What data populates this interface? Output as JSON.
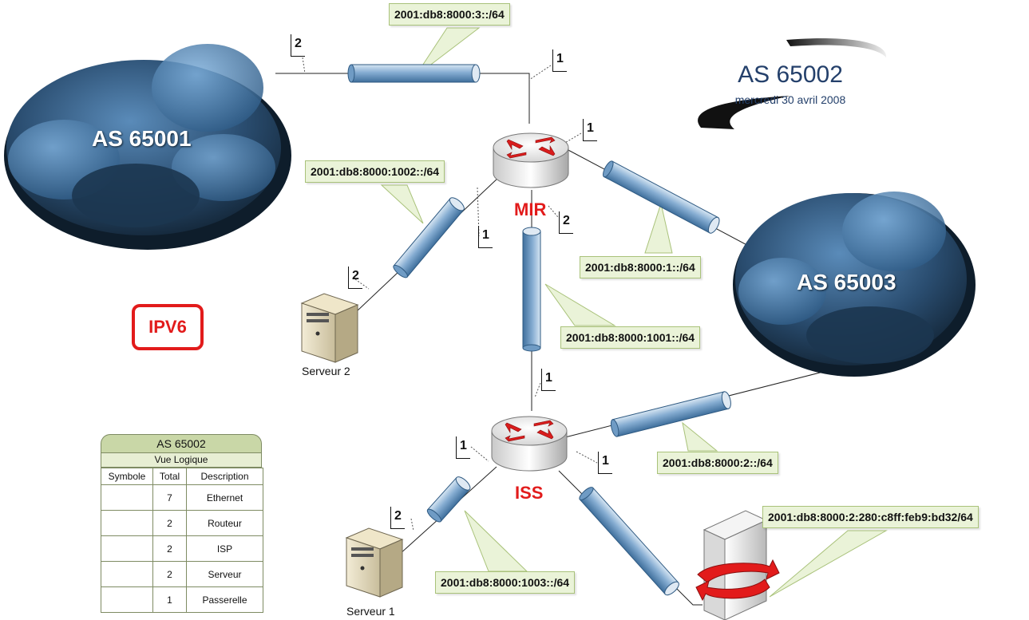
{
  "header": {
    "title": "AS 65002",
    "date": "mercredi 30 avril 2008"
  },
  "badge": {
    "label": "IPV6"
  },
  "clouds": [
    {
      "id": "as65001",
      "label": "AS 65001"
    },
    {
      "id": "as65003",
      "label": "AS 65003"
    }
  ],
  "routers": [
    {
      "id": "mir",
      "label": "MIR"
    },
    {
      "id": "iss",
      "label": "ISS"
    }
  ],
  "servers": [
    {
      "id": "serveur2",
      "label": "Serveur 2"
    },
    {
      "id": "serveur1",
      "label": "Serveur 1"
    }
  ],
  "subnets": [
    "2001:db8:8000:3::/64",
    "2001:db8:8000:1002::/64",
    "2001:db8:8000:1::/64",
    "2001:db8:8000:1001::/64",
    "2001:db8:8000:2::/64",
    "2001:db8:8000:2:280:c8ff:feb9:bd32/64",
    "2001:db8:8000:1003::/64"
  ],
  "port_labels": [
    "2",
    "1",
    "1",
    "1",
    "2",
    "2",
    "1",
    "1",
    "1",
    "2"
  ],
  "legend": {
    "title": "AS 65002",
    "subtitle": "Vue Logique",
    "headers": [
      "Symbole",
      "Total",
      "Description"
    ],
    "rows": [
      {
        "icon": "ethernet-icon",
        "total": "7",
        "description": "Ethernet"
      },
      {
        "icon": "router-icon",
        "total": "2",
        "description": "Routeur"
      },
      {
        "icon": "cloud-icon",
        "total": "2",
        "description": "ISP"
      },
      {
        "icon": "server-icon",
        "total": "2",
        "description": "Serveur"
      },
      {
        "icon": "gateway-icon",
        "total": "1",
        "description": "Passerelle"
      }
    ]
  },
  "colors": {
    "accent_red": "#e21b1b",
    "title_blue": "#24406b",
    "callout_bg": "#eaf3d8",
    "callout_border": "#a9c27a",
    "pipe_blue": "#6f9bc4",
    "cloud_dark": "#1d3a55"
  }
}
